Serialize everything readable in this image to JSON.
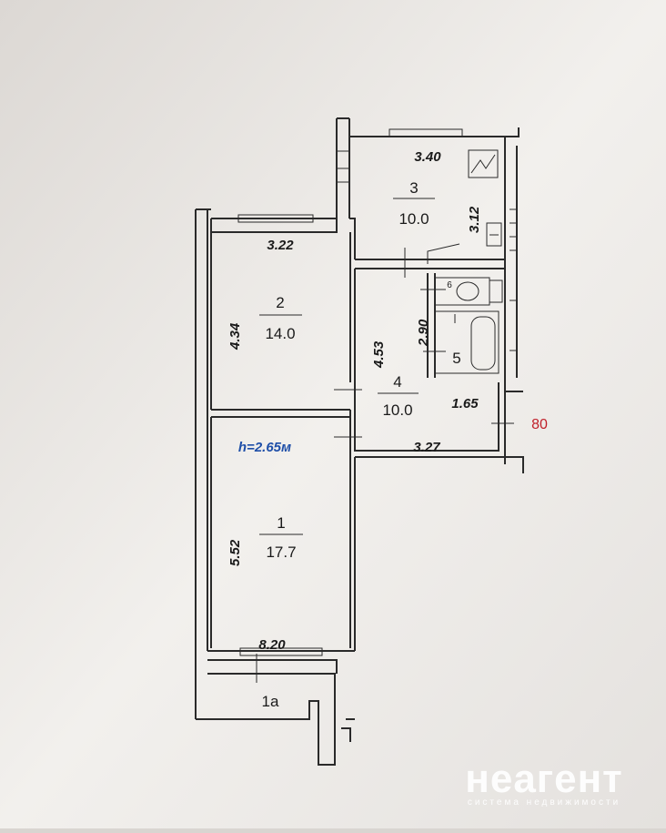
{
  "plan": {
    "ceiling_height": "h=2.65м",
    "side_label": "80",
    "rooms": [
      {
        "number": "1",
        "area": "17.7"
      },
      {
        "number": "2",
        "area": "14.0"
      },
      {
        "number": "3",
        "area": "10.0"
      },
      {
        "number": "4",
        "area": "10.0"
      },
      {
        "number": "5",
        "area": ""
      },
      {
        "number": "6",
        "area": ""
      },
      {
        "number": "1а",
        "area": ""
      }
    ],
    "dimensions": {
      "room3_width": "3.40",
      "room3_depth": "3.12",
      "room2_width": "3.22",
      "room2_depth": "4.34",
      "hall_depth": "4.53",
      "bath_depth": "2.90",
      "hall_width": "3.27",
      "hall_nook": "1.65",
      "room1_depth": "5.52",
      "room1_width": "8.20"
    }
  },
  "watermark": {
    "brand": "неагент",
    "tagline": "система недвижимости"
  },
  "colors": {
    "paper": "#f3f1ef",
    "ink": "#1a1a1a",
    "height_label": "#1f4fa8",
    "side_label": "#c0202a"
  }
}
